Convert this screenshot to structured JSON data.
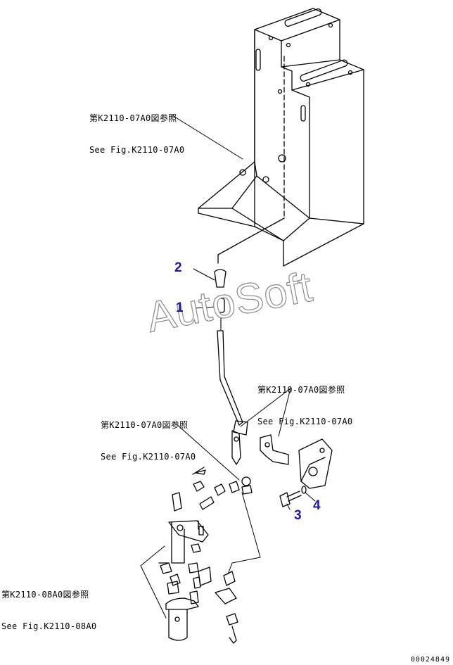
{
  "references": {
    "ref_top": {
      "jp": "第K2110-07A0図参照",
      "en": "See Fig.K2110-07A0"
    },
    "ref_mid_right": {
      "jp": "第K2110-07A0図参照",
      "en": "See Fig.K2110-07A0"
    },
    "ref_mid_left": {
      "jp": "第K2110-07A0図参照",
      "en": "See Fig.K2110-07A0"
    },
    "ref_bottom_left": {
      "jp": "第K2110-08A0図参照",
      "en": "See Fig.K2110-08A0"
    }
  },
  "callouts": {
    "c1": "1",
    "c2": "2",
    "c3": "3",
    "c4": "4"
  },
  "watermark": "AutoSoft",
  "document_number": "00024849",
  "colors": {
    "callout": "#1a1aa6",
    "line": "#000000",
    "watermark_outline": "#8a8a8a"
  }
}
